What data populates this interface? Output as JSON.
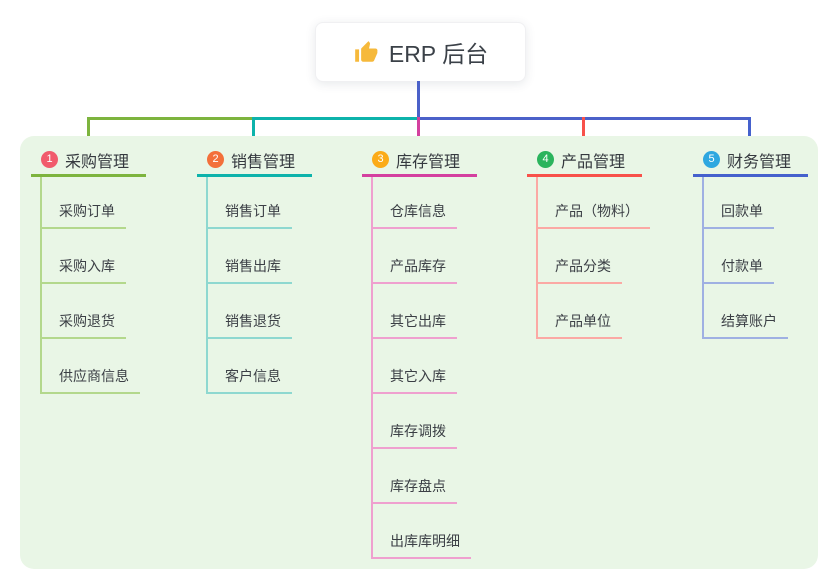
{
  "root": {
    "title": "ERP 后台",
    "icon": "thumbs-up-icon"
  },
  "colors": {
    "root_line": "#4b61c9",
    "panel_bg": "#e9f6e6",
    "root_icon": "#f6b93b"
  },
  "branches": [
    {
      "num": "1",
      "label": "采购管理",
      "badge_color": "#f15b6c",
      "line_color": "#7db43e",
      "child_line_color": "#b3d88c",
      "children": [
        "采购订单",
        "采购入库",
        "采购退货",
        "供应商信息"
      ]
    },
    {
      "num": "2",
      "label": "销售管理",
      "badge_color": "#f3703a",
      "line_color": "#0db3ab",
      "child_line_color": "#8ed8d0",
      "children": [
        "销售订单",
        "销售出库",
        "销售退货",
        "客户信息"
      ]
    },
    {
      "num": "3",
      "label": "库存管理",
      "badge_color": "#fbab18",
      "line_color": "#d4409f",
      "child_line_color": "#efa0cf",
      "children": [
        "仓库信息",
        "产品库存",
        "其它出库",
        "其它入库",
        "库存调拨",
        "库存盘点",
        "出库库明细"
      ]
    },
    {
      "num": "4",
      "label": "产品管理",
      "badge_color": "#2bb45d",
      "line_color": "#f8514a",
      "child_line_color": "#fba9a4",
      "children": [
        "产品（物料）",
        "产品分类",
        "产品单位"
      ]
    },
    {
      "num": "5",
      "label": "财务管理",
      "badge_color": "#2ea7e0",
      "line_color": "#4561cd",
      "child_line_color": "#9fb0e2",
      "children": [
        "回款单",
        "付款单",
        "结算账户"
      ]
    }
  ]
}
